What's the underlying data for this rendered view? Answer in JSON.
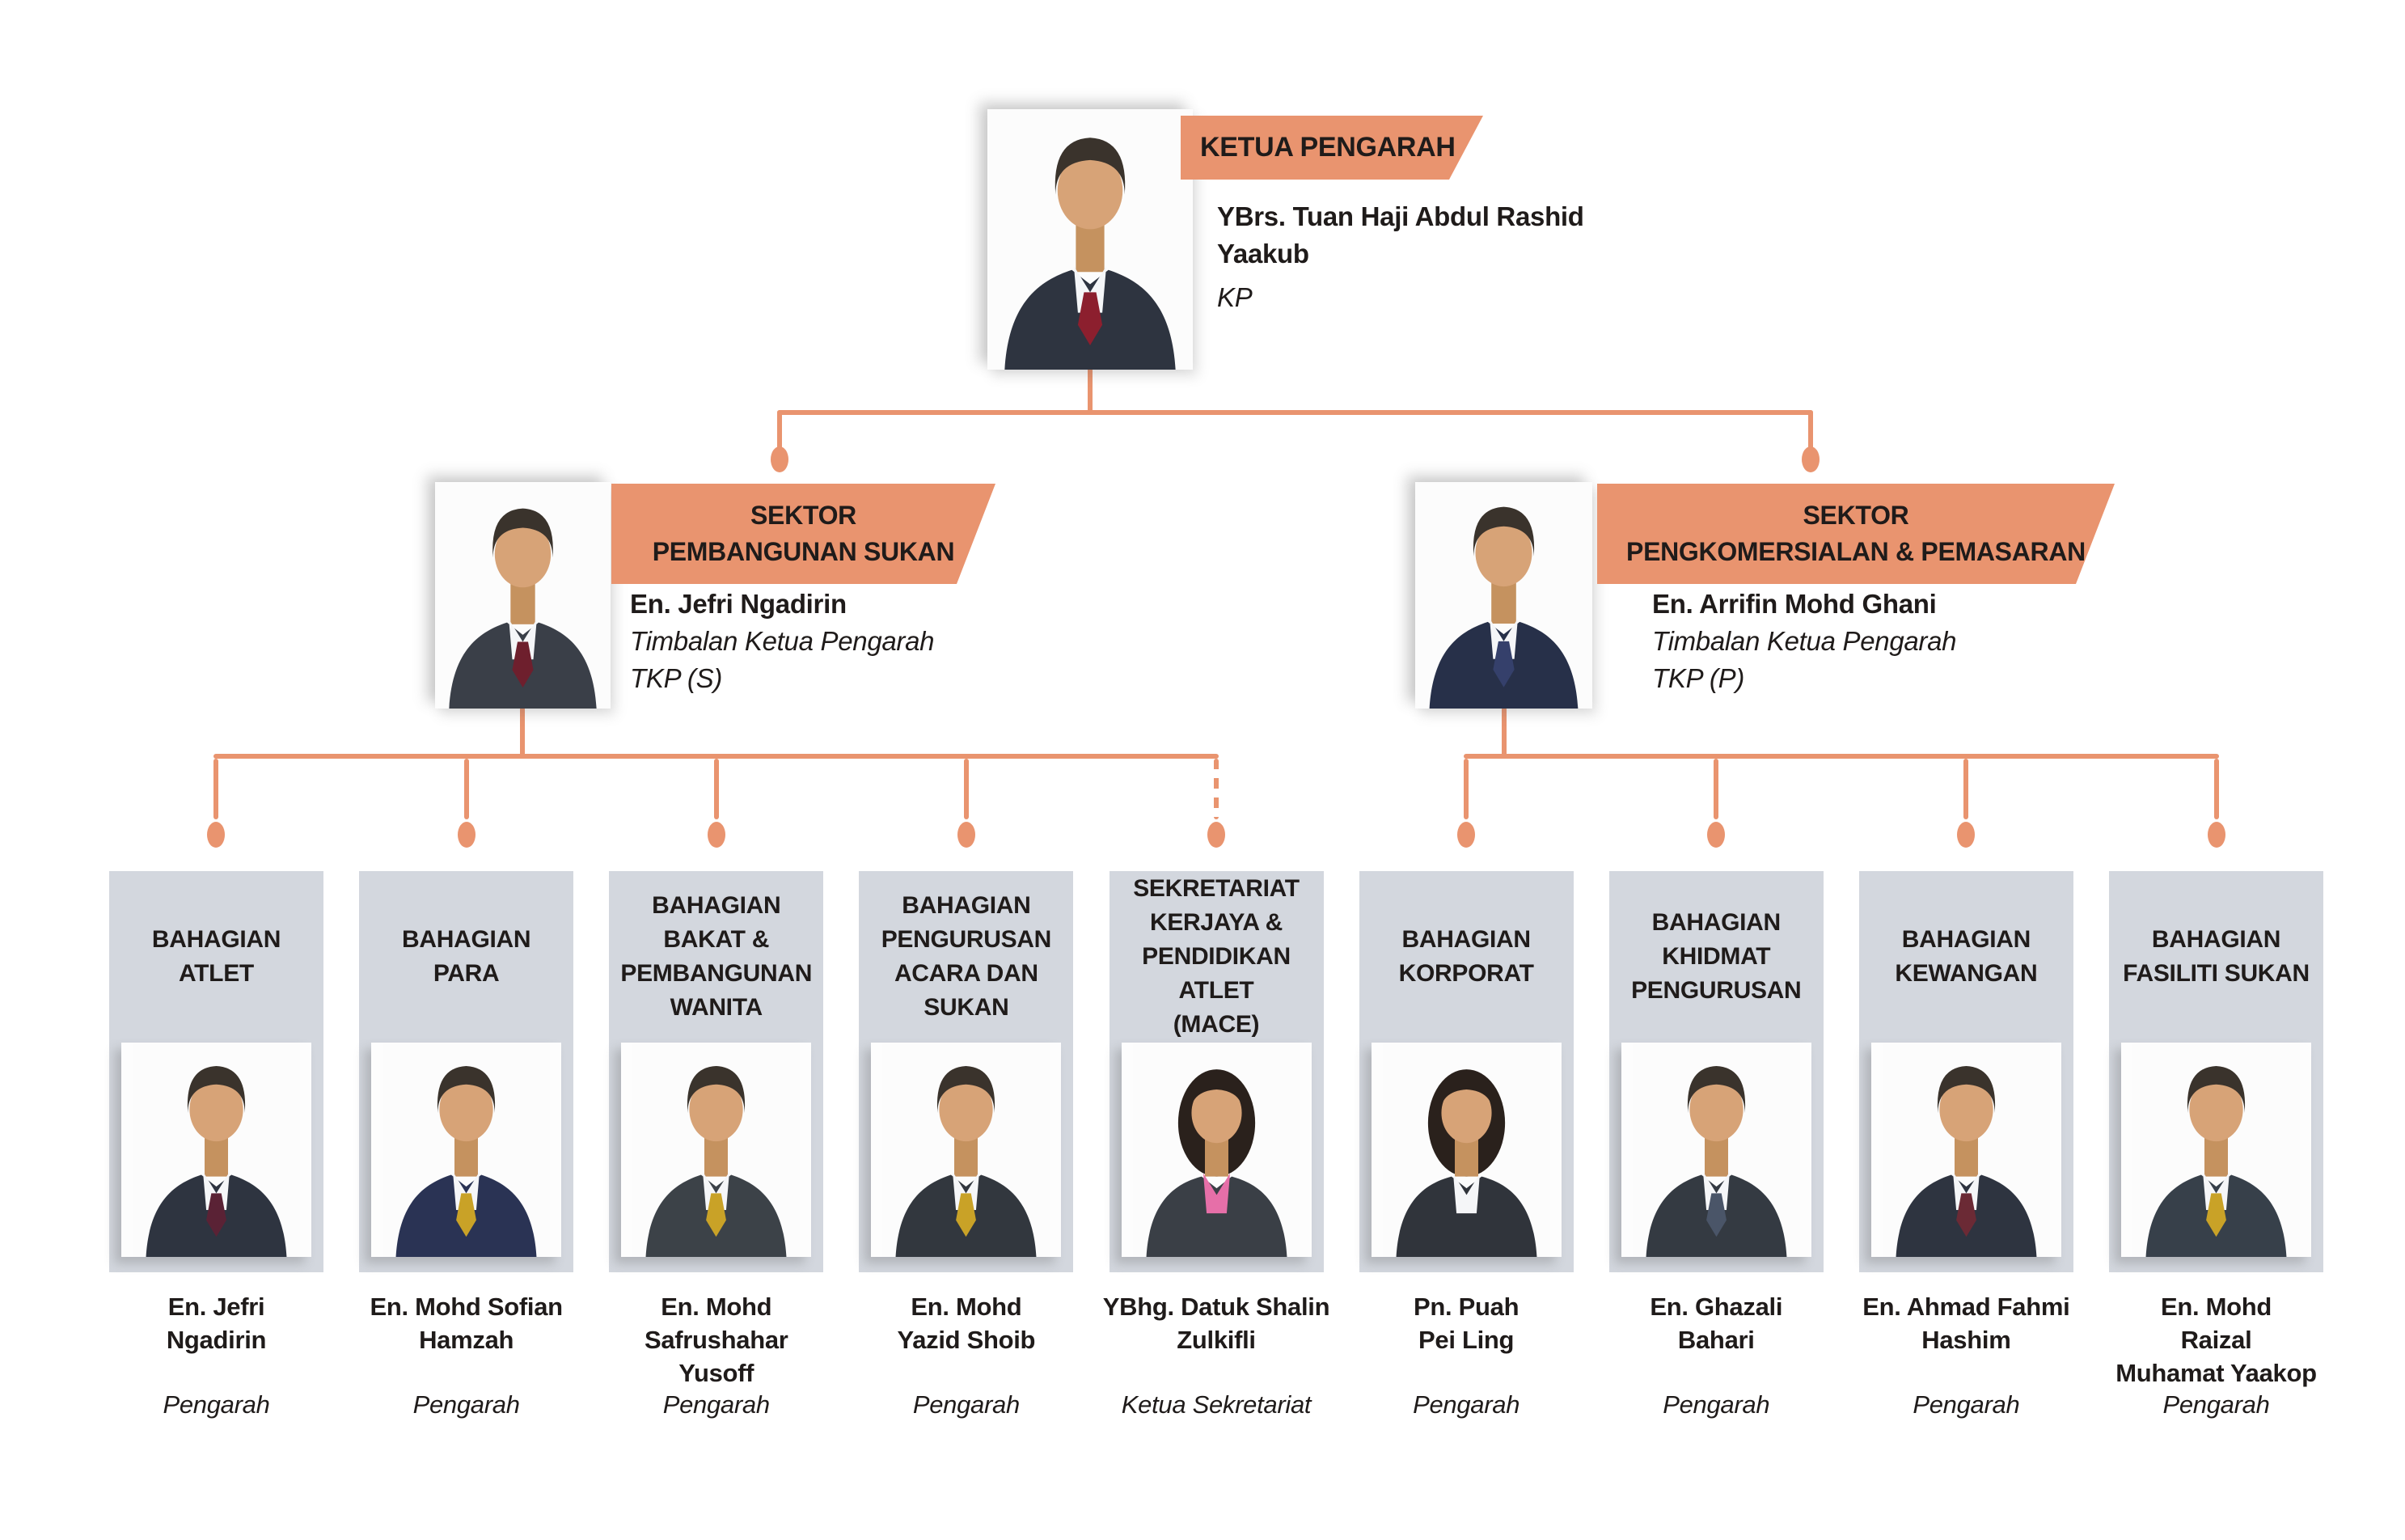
{
  "palette": {
    "accent_salmon": "#E9946F",
    "card_gray": "#D3D7DE",
    "text_black": "#1f1b1a",
    "background": "#ffffff"
  },
  "root": {
    "banner": "KETUA PENGARAH",
    "name_lines": [
      "YBrs. Tuan Haji Abdul Rashid",
      "Yaakub"
    ],
    "name": "YBrs. Tuan Haji Abdul Rashid Yaakub",
    "title": "KP",
    "photo_icon": "male-portrait-photo"
  },
  "sectors": [
    {
      "banner_lines": [
        "SEKTOR",
        "PEMBANGUNAN SUKAN"
      ],
      "name": "En. Jefri Ngadirin",
      "deputy_title": "Timbalan Ketua Pengarah",
      "short_title": "TKP (S)",
      "photo_icon": "male-portrait-photo"
    },
    {
      "banner_lines": [
        "SEKTOR",
        "PENGKOMERSIALAN & PEMASARAN"
      ],
      "name": "En. Arrifin Mohd Ghani",
      "deputy_title": "Timbalan Ketua Pengarah",
      "short_title": "TKP (P)",
      "photo_icon": "male-portrait-photo"
    }
  ],
  "departments": [
    {
      "unit_lines": [
        "BAHAGIAN",
        "ATLET"
      ],
      "unit": "BAHAGIAN ATLET",
      "name_lines": [
        "En. Jefri",
        "Ngadirin"
      ],
      "name": "En. Jefri Ngadirin",
      "title": "Pengarah",
      "photo_icon": "male-portrait-photo"
    },
    {
      "unit_lines": [
        "BAHAGIAN",
        "PARA"
      ],
      "unit": "BAHAGIAN PARA",
      "name_lines": [
        "En. Mohd Sofian",
        "Hamzah"
      ],
      "name": "En. Mohd Sofian Hamzah",
      "title": "Pengarah",
      "photo_icon": "male-portrait-photo"
    },
    {
      "unit_lines": [
        "BAHAGIAN",
        "BAKAT &",
        "PEMBANGUNAN",
        "WANITA"
      ],
      "unit": "BAHAGIAN BAKAT & PEMBANGUNAN WANITA",
      "name_lines": [
        "En. Mohd",
        "Safrushahar",
        "Yusoff"
      ],
      "name": "En. Mohd Safrushahar Yusoff",
      "title": "Pengarah",
      "photo_icon": "male-portrait-photo"
    },
    {
      "unit_lines": [
        "BAHAGIAN",
        "PENGURUSAN",
        "ACARA DAN",
        "SUKAN"
      ],
      "unit": "BAHAGIAN PENGURUSAN ACARA DAN SUKAN",
      "name_lines": [
        "En. Mohd",
        "Yazid Shoib"
      ],
      "name": "En. Mohd Yazid Shoib",
      "title": "Pengarah",
      "photo_icon": "male-portrait-photo"
    },
    {
      "unit_lines": [
        "SEKRETARIAT",
        "KERJAYA &",
        "PENDIDIKAN",
        "ATLET",
        "(MACE)"
      ],
      "unit": "SEKRETARIAT KERJAYA & PENDIDIKAN ATLET (MACE)",
      "name_lines": [
        "YBhg. Datuk Shalin",
        "Zulkifli"
      ],
      "name": "YBhg. Datuk Shalin Zulkifli",
      "title": "Ketua Sekretariat",
      "photo_icon": "female-portrait-photo"
    },
    {
      "unit_lines": [
        "BAHAGIAN",
        "KORPORAT"
      ],
      "unit": "BAHAGIAN KORPORAT",
      "name_lines": [
        "Pn. Puah",
        "Pei Ling"
      ],
      "name": "Pn. Puah Pei Ling",
      "title": "Pengarah",
      "photo_icon": "female-portrait-photo"
    },
    {
      "unit_lines": [
        "BAHAGIAN",
        "KHIDMAT",
        "PENGURUSAN"
      ],
      "unit": "BAHAGIAN KHIDMAT PENGURUSAN",
      "name_lines": [
        "En. Ghazali",
        "Bahari"
      ],
      "name": "En. Ghazali Bahari",
      "title": "Pengarah",
      "photo_icon": "male-portrait-photo"
    },
    {
      "unit_lines": [
        "BAHAGIAN",
        "KEWANGAN"
      ],
      "unit": "BAHAGIAN KEWANGAN",
      "name_lines": [
        "En. Ahmad Fahmi",
        "Hashim"
      ],
      "name": "En. Ahmad Fahmi Hashim",
      "title": "Pengarah",
      "photo_icon": "male-portrait-photo"
    },
    {
      "unit_lines": [
        "BAHAGIAN",
        "FASILITI SUKAN"
      ],
      "unit": "BAHAGIAN FASILITI SUKAN",
      "name_lines": [
        "En. Mohd",
        "Raizal",
        "Muhamat Yaakop"
      ],
      "name": "En. Mohd Raizal Muhamat Yaakop",
      "title": "Pengarah",
      "photo_icon": "male-portrait-photo"
    }
  ]
}
